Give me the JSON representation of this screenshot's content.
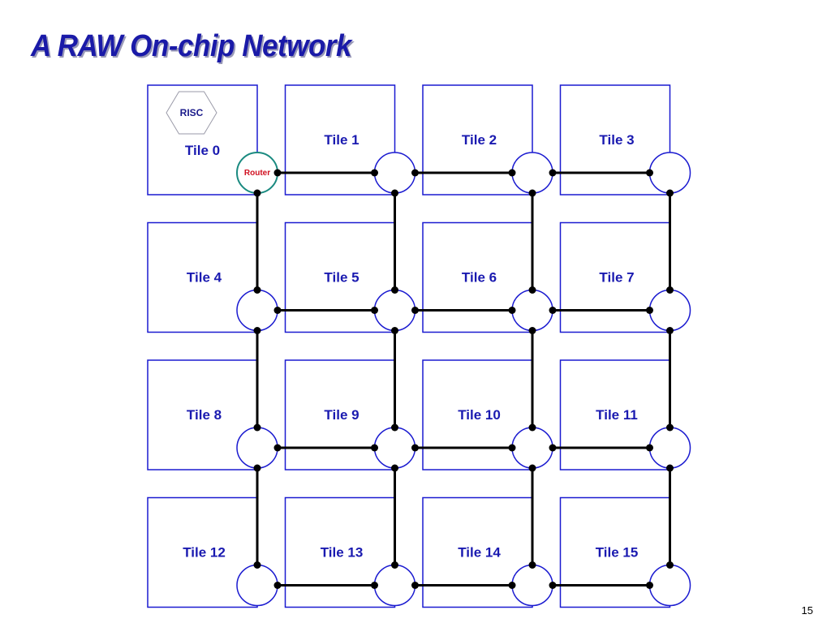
{
  "slide": {
    "title": "A RAW On-chip Network",
    "page_number": "15"
  },
  "diagram": {
    "rows": 4,
    "cols": 4,
    "tiles": [
      {
        "label": "Tile 0"
      },
      {
        "label": "Tile 1"
      },
      {
        "label": "Tile 2"
      },
      {
        "label": "Tile 3"
      },
      {
        "label": "Tile 4"
      },
      {
        "label": "Tile 5"
      },
      {
        "label": "Tile 6"
      },
      {
        "label": "Tile 7"
      },
      {
        "label": "Tile 8"
      },
      {
        "label": "Tile 9"
      },
      {
        "label": "Tile 10"
      },
      {
        "label": "Tile 11"
      },
      {
        "label": "Tile 12"
      },
      {
        "label": "Tile 13"
      },
      {
        "label": "Tile 14"
      },
      {
        "label": "Tile 15"
      }
    ],
    "risc_label": "RISC",
    "router_label": "Router",
    "topology": "2D mesh",
    "colors": {
      "tile_border": "#1a1ad0",
      "label": "#1a1ab0",
      "link": "#000000",
      "router_label": "#d01020",
      "router_highlight": "#1a8a80"
    }
  }
}
